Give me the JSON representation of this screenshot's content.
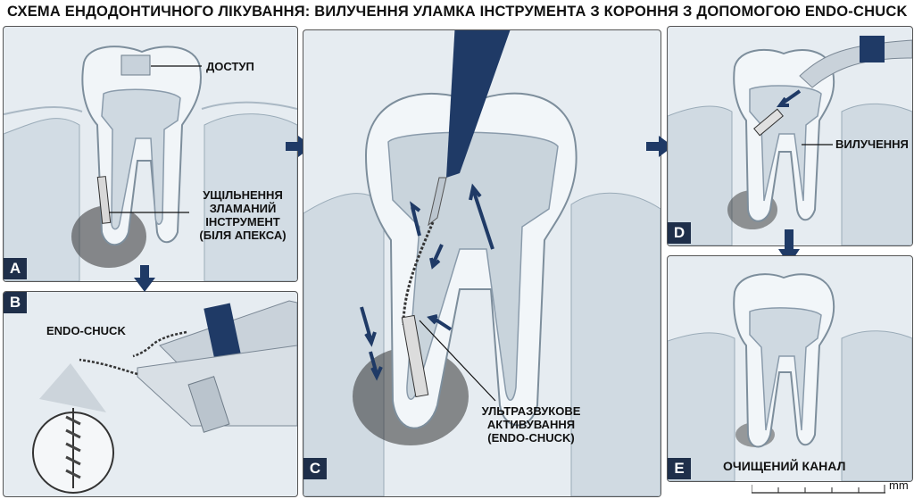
{
  "title": "СХЕМА ЕНДОДОНТИЧНОГО ЛІКУВАННЯ: ВИЛУЧЕННЯ УЛАМКА ІНСТРУМЕНТА З КОРОННЯ З ДОПОМОГОЮ ENDO-CHUCK",
  "panels": {
    "a": {
      "badge": "A",
      "label_access": "ДОСТУП",
      "label_seal": "УЩІЛЬНЕННЯ",
      "label_broken_1": "ЗЛАМАНИЙ",
      "label_broken_2": "ІНСТРУМЕНТ",
      "label_broken_3": "(БІЛЯ АПЕКСА)"
    },
    "b": {
      "badge": "B",
      "label_tool": "ENDO-CHUCK"
    },
    "c": {
      "badge": "C",
      "label_1": "УЛЬТРАЗВУКОВЕ",
      "label_2": "АКТИВУВАННЯ",
      "label_3": "(ENDO-CHUCK)"
    },
    "d": {
      "badge": "D",
      "label": "ВИЛУЧЕННЯ"
    },
    "e": {
      "badge": "E",
      "label": "ОЧИЩЕНИЙ КАНАЛ"
    }
  },
  "scale": {
    "unit": "mm"
  },
  "colors": {
    "navy": "#1f3a66",
    "panel_bg": "#e6ecf1",
    "badge": "#1f2f4a"
  }
}
